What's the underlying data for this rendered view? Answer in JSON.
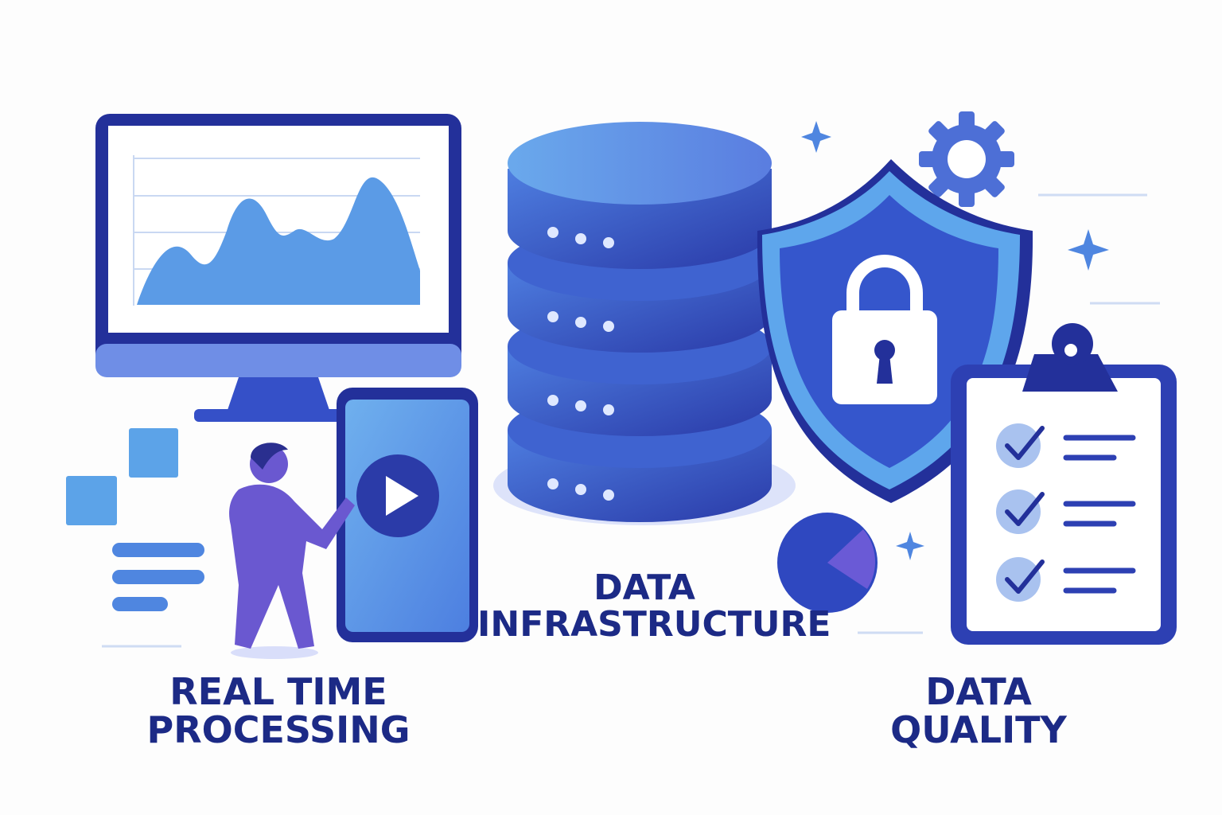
{
  "labels": {
    "real_time_processing": {
      "line1": "REAL TIME",
      "line2": "PROCESSING"
    },
    "data_infrastructure": {
      "line1": "DATA",
      "line2": "INFRASTRUCTURE"
    },
    "data_quality": {
      "line1": "DATA",
      "line2": "QUALITY"
    }
  },
  "colors": {
    "navy": "#1f2b8f",
    "blue": "#3553c9",
    "light_blue": "#5b9be6",
    "purple": "#6a5ad6",
    "text": "#1c2a86"
  },
  "icons": [
    "monitor-chart-icon",
    "phone-play-icon",
    "person-icon",
    "database-icon",
    "shield-lock-icon",
    "gear-icon",
    "clipboard-checklist-icon",
    "pie-chart-icon",
    "sparkle-icon"
  ]
}
